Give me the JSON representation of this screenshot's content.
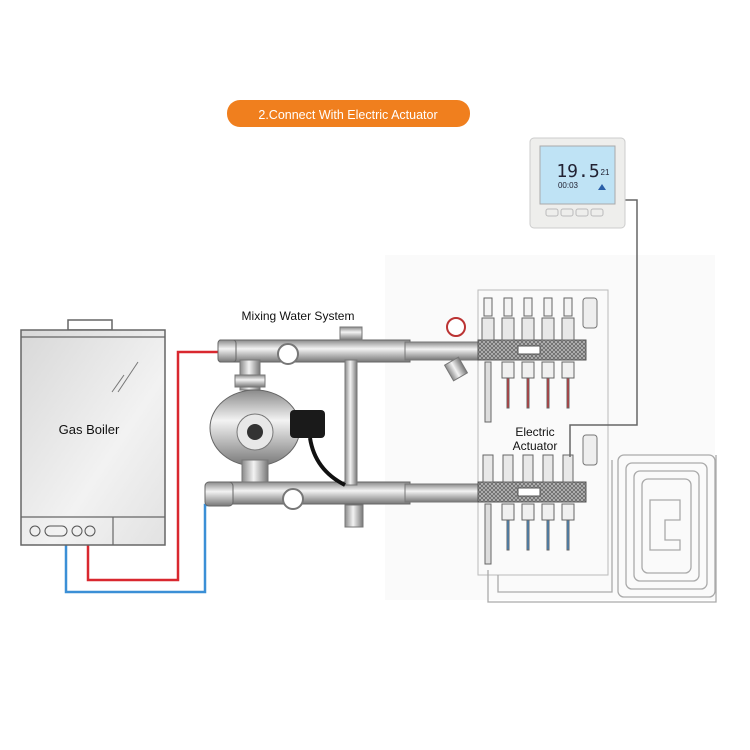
{
  "banner": {
    "text": "2.Connect With Electric Actuator",
    "color": "#f07f1e"
  },
  "labels": {
    "mixing": "Mixing Water System",
    "boiler": "Gas Boiler",
    "actuator_line1": "Electric",
    "actuator_line2": "Actuator"
  },
  "thermostat": {
    "temp": "19.5",
    "set_temp": "21",
    "time": "00:03",
    "screen_color": "#bfe3f5"
  },
  "colors": {
    "hot_pipe": "#d9282f",
    "cold_pipe": "#3b8fd6",
    "wire": "#666666"
  }
}
